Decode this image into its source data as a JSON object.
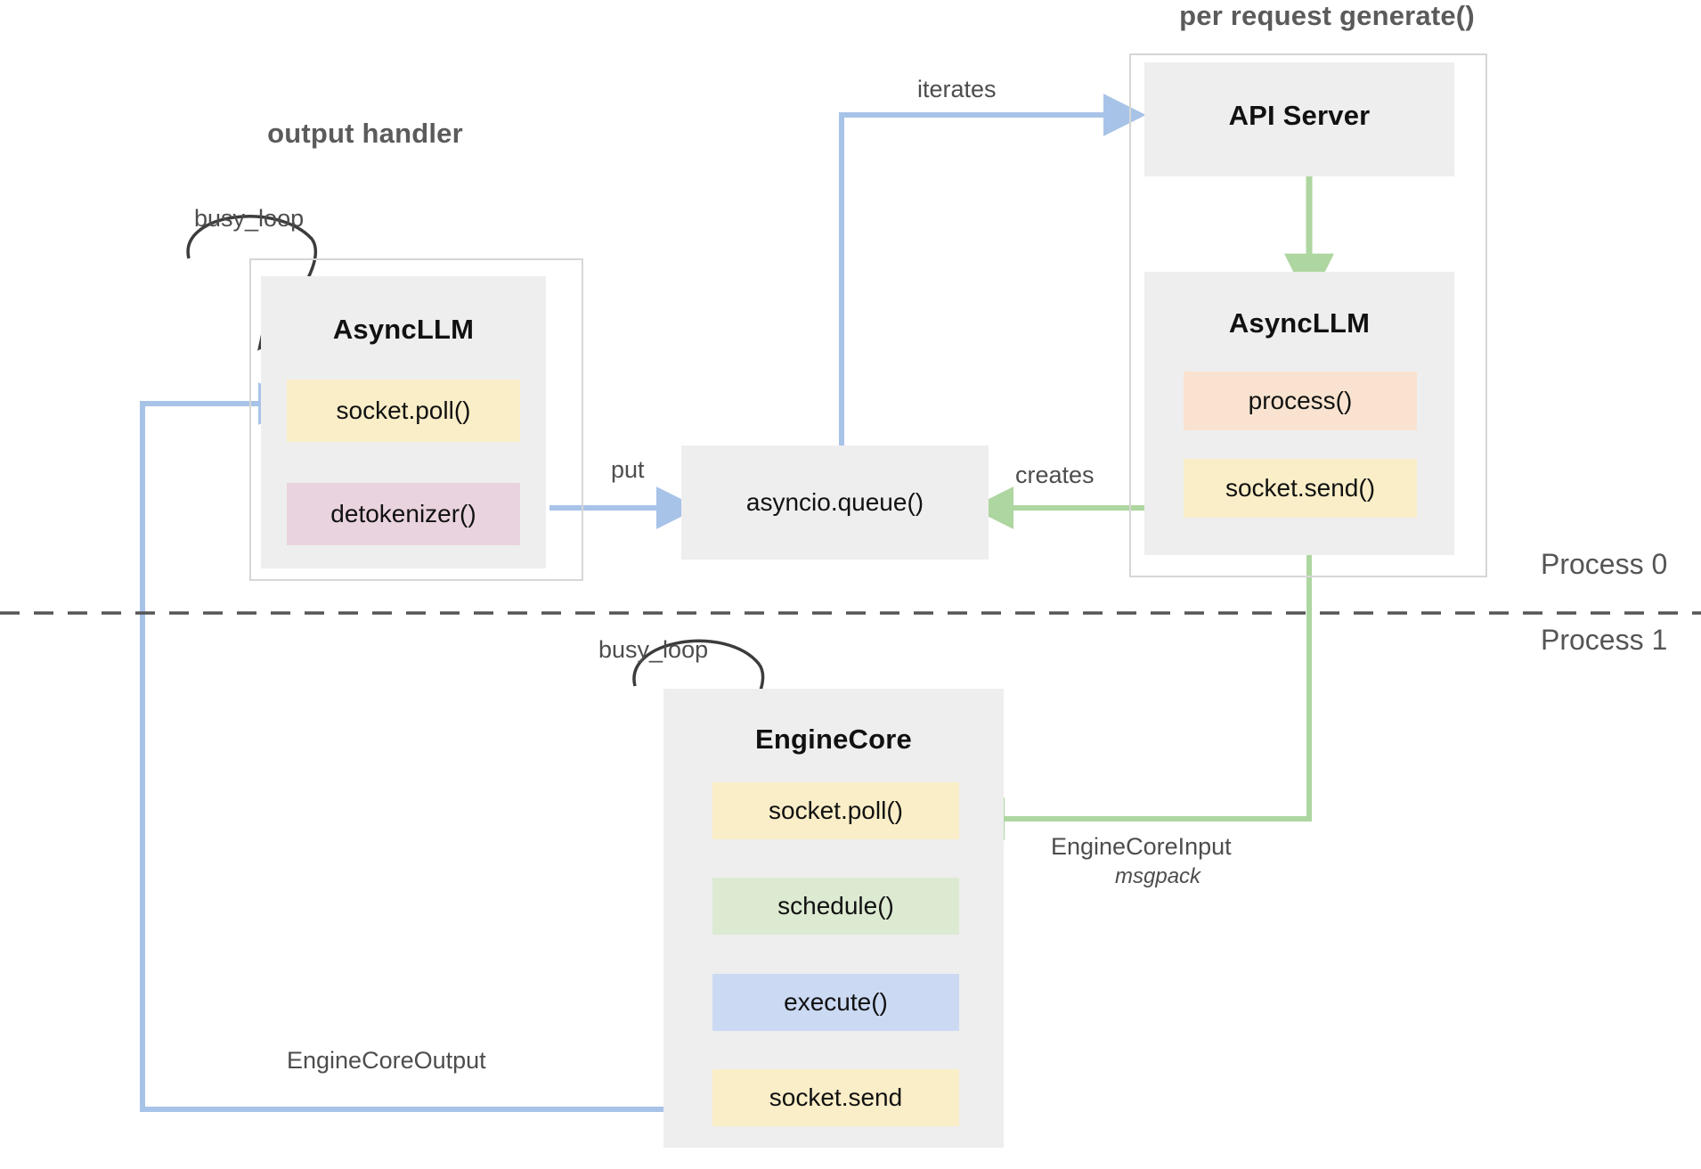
{
  "diagram": {
    "title_left": "output handler",
    "title_right": "per request generate()",
    "process_top": "Process 0",
    "process_bottom": "Process 1"
  },
  "colors": {
    "yellow": "#faeec8",
    "peach": "#f9e3d0",
    "pink": "#e9d3de",
    "green": "#dcead2",
    "blue": "#ccd9f3",
    "grey_box": "#eeeeee",
    "arrow_blue": "#a8c3e8",
    "arrow_green": "#aed6a0",
    "arrow_black": "#3c3c3c",
    "border_grey": "#d6d6d6",
    "divider": "#555555"
  },
  "nodes": {
    "output_async_llm": {
      "title": "AsyncLLM",
      "items": [
        {
          "label": "socket.poll()",
          "color": "yellow"
        },
        {
          "label": "detokenizer()",
          "color": "pink"
        }
      ]
    },
    "queue": {
      "label": "asyncio.queue()"
    },
    "api_server": {
      "title": "API Server"
    },
    "request_async_llm": {
      "title": "AsyncLLM",
      "items": [
        {
          "label": "process()",
          "color": "peach"
        },
        {
          "label": "socket.send()",
          "color": "yellow"
        }
      ]
    },
    "engine_core": {
      "title": "EngineCore",
      "items": [
        {
          "label": "socket.poll()",
          "color": "yellow"
        },
        {
          "label": "schedule()",
          "color": "green"
        },
        {
          "label": "execute()",
          "color": "blue"
        },
        {
          "label": "socket.send",
          "color": "yellow"
        }
      ]
    }
  },
  "edges": {
    "busy_loop_output": "busy_loop",
    "busy_loop_engine": "busy_loop",
    "iterates": "iterates",
    "creates": "creates",
    "put": "put",
    "engine_core_input": "EngineCoreInput",
    "engine_core_input_format": "msgpack",
    "engine_core_output": "EngineCoreOutput"
  }
}
